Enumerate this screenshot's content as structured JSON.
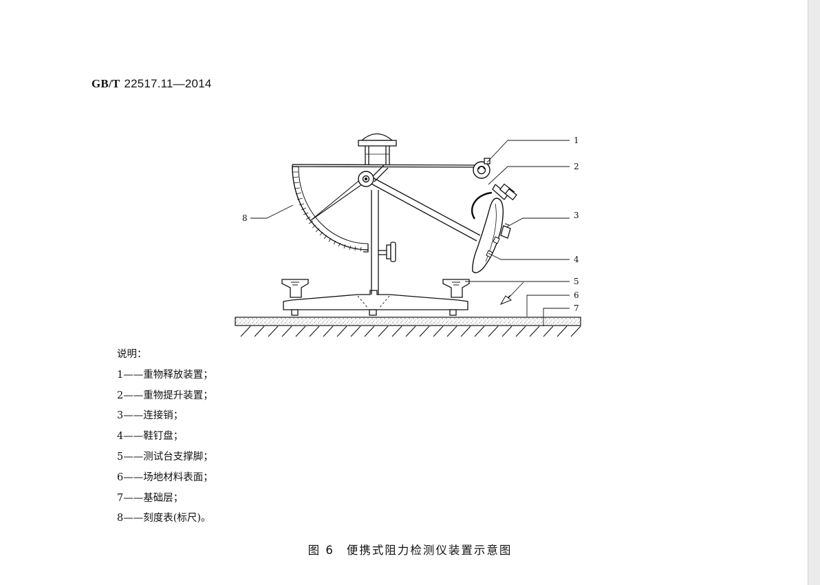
{
  "header": {
    "std_prefix": "GB/T",
    "std_code": "22517.11—2014"
  },
  "figure": {
    "callouts": [
      "1",
      "2",
      "3",
      "4",
      "5",
      "6",
      "7",
      "8"
    ]
  },
  "legend": {
    "title": "说明：",
    "items": [
      {
        "num": "1",
        "dash": "——",
        "text": "重物释放装置；"
      },
      {
        "num": "2",
        "dash": "——",
        "text": "重物提升装置；"
      },
      {
        "num": "3",
        "dash": "——",
        "text": "连接销；"
      },
      {
        "num": "4",
        "dash": "——",
        "text": "鞋钉盘；"
      },
      {
        "num": "5",
        "dash": "——",
        "text": "测试台支撑脚；"
      },
      {
        "num": "6",
        "dash": "——",
        "text": "场地材料表面；"
      },
      {
        "num": "7",
        "dash": "——",
        "text": "基础层；"
      },
      {
        "num": "8",
        "dash": "——",
        "text": "刻度表(标尺)。"
      }
    ]
  },
  "caption": {
    "figure_number": "图 6",
    "title": "便携式阻力检测仪装置示意图"
  }
}
